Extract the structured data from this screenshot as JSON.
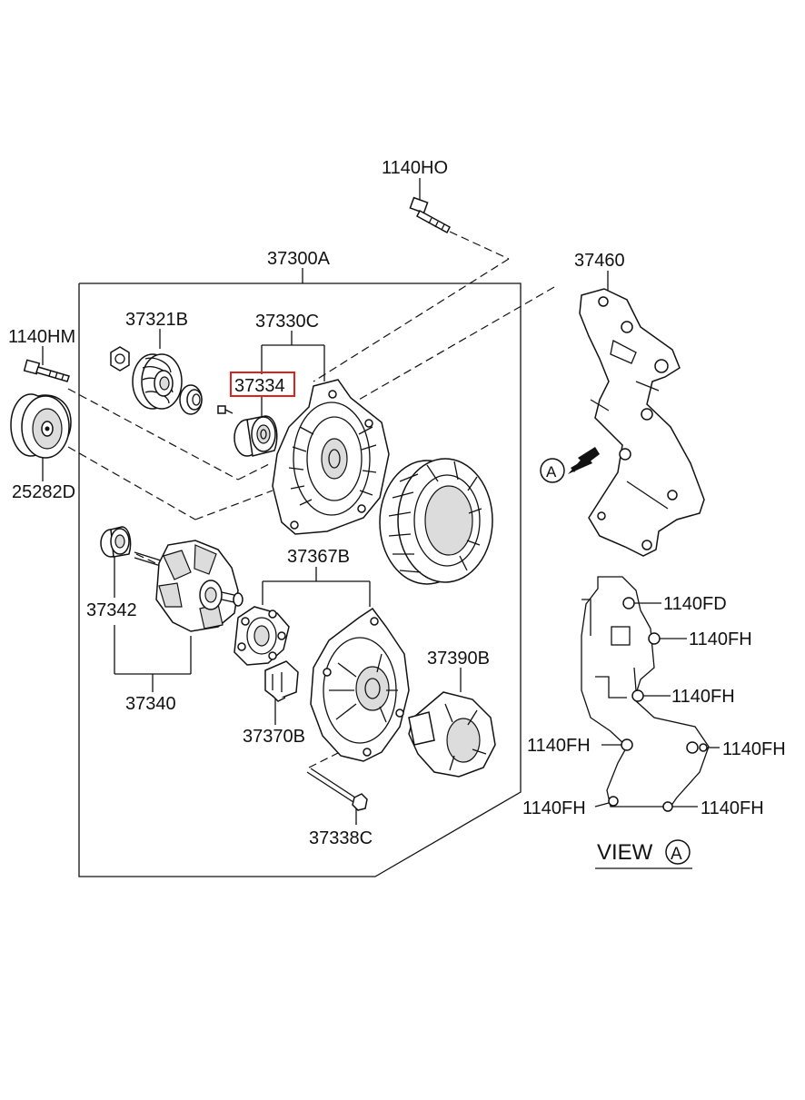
{
  "labels": {
    "bolt_top": "1140HO",
    "assembly": "37300A",
    "bracket": "37460",
    "bolt_left": "1140HM",
    "pulley": "37321B",
    "front_housing_group": "37330C",
    "bearing_highlighted": "37334",
    "idler": "25282D",
    "rotor_bearing": "37342",
    "rotor": "37340",
    "rear_group": "37367B",
    "regulator": "37390B",
    "brush": "37370B",
    "through_bolt": "37338C",
    "view_a_bolt_1": "1140FD",
    "view_a_bolt_2": "1140FH",
    "view_a_bolt_3": "1140FH",
    "view_a_bolt_4": "1140FH",
    "view_a_bolt_5": "1140FH",
    "view_a_bolt_6": "1140FH",
    "view_a_bolt_7": "1140FH",
    "view_marker": "A",
    "view_caption": "VIEW",
    "view_caption_marker": "A"
  },
  "colors": {
    "line": "#111111",
    "highlight": "#e0201b",
    "background": "#ffffff"
  }
}
